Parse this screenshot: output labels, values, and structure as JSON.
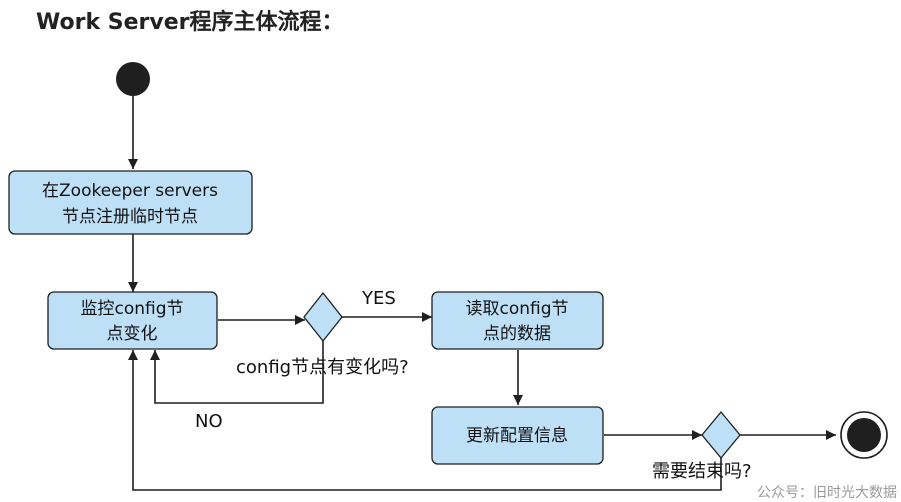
{
  "heading": "Work Server程序主体流程：",
  "nodes": {
    "register_line1": "在Zookeeper servers",
    "register_line2": "节点注册临时节点",
    "watch_line1": "监控config节",
    "watch_line2": "点变化",
    "read_line1": "读取config节",
    "read_line2": "点的数据",
    "update": "更新配置信息"
  },
  "decisions": {
    "config_changed": "config节点有变化吗?",
    "need_end": "需要结束吗?"
  },
  "edge_labels": {
    "yes": "YES",
    "no": "NO"
  },
  "watermark": "公众号：旧时光大数据",
  "colors": {
    "node_fill": "#bde0f7",
    "stroke": "#1f1f1f"
  }
}
